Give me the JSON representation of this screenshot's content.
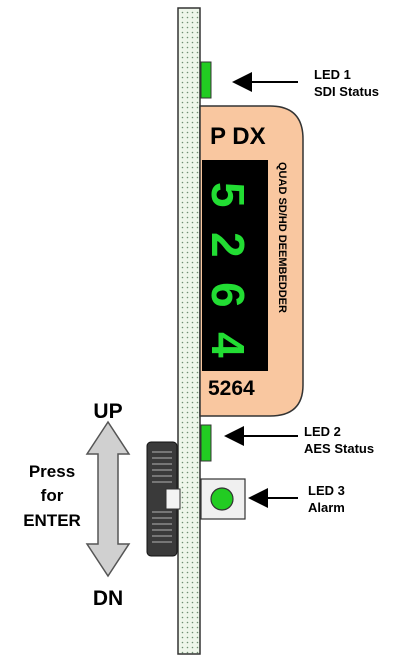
{
  "brand": "P DX",
  "model_digits": [
    "5",
    "2",
    "6",
    "4"
  ],
  "model_number": "5264",
  "product_name": "QUAD SD/HD DEEMBEDDER",
  "callouts": {
    "led1": {
      "title": "LED 1",
      "sub": "SDI Status"
    },
    "led2": {
      "title": "LED 2",
      "sub": "AES Status"
    },
    "led3": {
      "title": "LED 3",
      "sub": "Alarm"
    }
  },
  "control": {
    "up": "UP",
    "down": "DN",
    "press_lines": [
      "Press",
      "for",
      "ENTER"
    ]
  },
  "colors": {
    "board": "#e8f2e4",
    "board_dots": "#6f8f72",
    "faceplate": "#f9c7a0",
    "display_bg": "#000000",
    "digits": "#22dd33",
    "led_green": "#22cc22",
    "arrow_fill": "#d0d0d0",
    "knob": "#3a3a3a"
  }
}
